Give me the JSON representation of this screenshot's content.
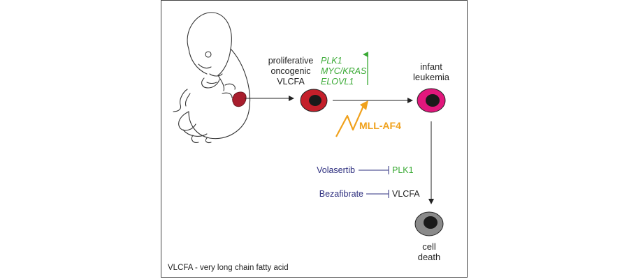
{
  "state_labels": {
    "proliferative": [
      "proliferative",
      "oncogenic",
      "VLCFA"
    ],
    "infant_leukemia": [
      "infant",
      "leukemia"
    ],
    "cell_death": [
      "cell",
      "death"
    ]
  },
  "genes": [
    "PLK1",
    "MYC/KRAS",
    "ELOVL1"
  ],
  "mutation_label": "MLL-AF4",
  "inhibitions": [
    {
      "drug": "Volasertib",
      "target": "PLK1"
    },
    {
      "drug": "Bezafibrate",
      "target": "VLCFA"
    }
  ],
  "footnote": "VLCFA - very long chain fatty acid",
  "colors": {
    "green": "#3aaa35",
    "orange": "#f0a11c",
    "drug_blue": "#2e2f7f",
    "cell_red": "#c41f2a",
    "cell_magenta": "#e1177c",
    "cell_grey": "#8a8a8a",
    "fetal_liver": "#a81d2d"
  },
  "icons": [
    "fetus-icon",
    "upregulation-arrow-icon",
    "mutation-bolt-icon"
  ]
}
